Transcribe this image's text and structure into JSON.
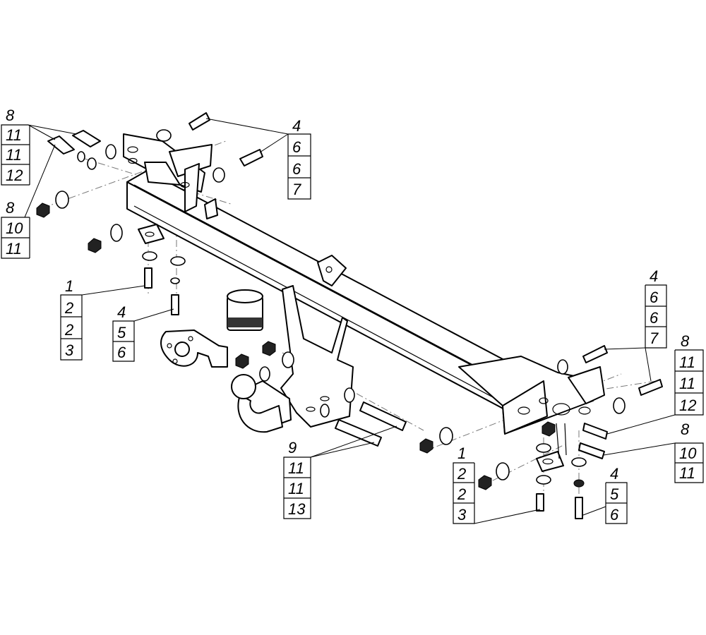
{
  "callouts": [
    {
      "id": "left-top-bolt",
      "labels": [
        "8",
        "11",
        "11",
        "12"
      ]
    },
    {
      "id": "left-bottom-bolt",
      "labels": [
        "8",
        "10",
        "11"
      ]
    },
    {
      "id": "left-top-right",
      "labels": [
        "4",
        "6",
        "6",
        "7"
      ]
    },
    {
      "id": "left-stud-a",
      "labels": [
        "1",
        "2",
        "2",
        "3"
      ]
    },
    {
      "id": "left-stud-b",
      "labels": [
        "4",
        "5",
        "6"
      ]
    },
    {
      "id": "center-ball",
      "labels": [
        "9",
        "11",
        "11",
        "13"
      ]
    },
    {
      "id": "right-top",
      "labels": [
        "4",
        "6",
        "6",
        "7"
      ]
    },
    {
      "id": "right-mid",
      "labels": [
        "8",
        "11",
        "11",
        "12"
      ]
    },
    {
      "id": "right-low",
      "labels": [
        "8",
        "10",
        "11"
      ]
    },
    {
      "id": "right-stud-a",
      "labels": [
        "1",
        "2",
        "2",
        "3"
      ]
    },
    {
      "id": "right-stud-b",
      "labels": [
        "4",
        "5",
        "6"
      ]
    }
  ]
}
